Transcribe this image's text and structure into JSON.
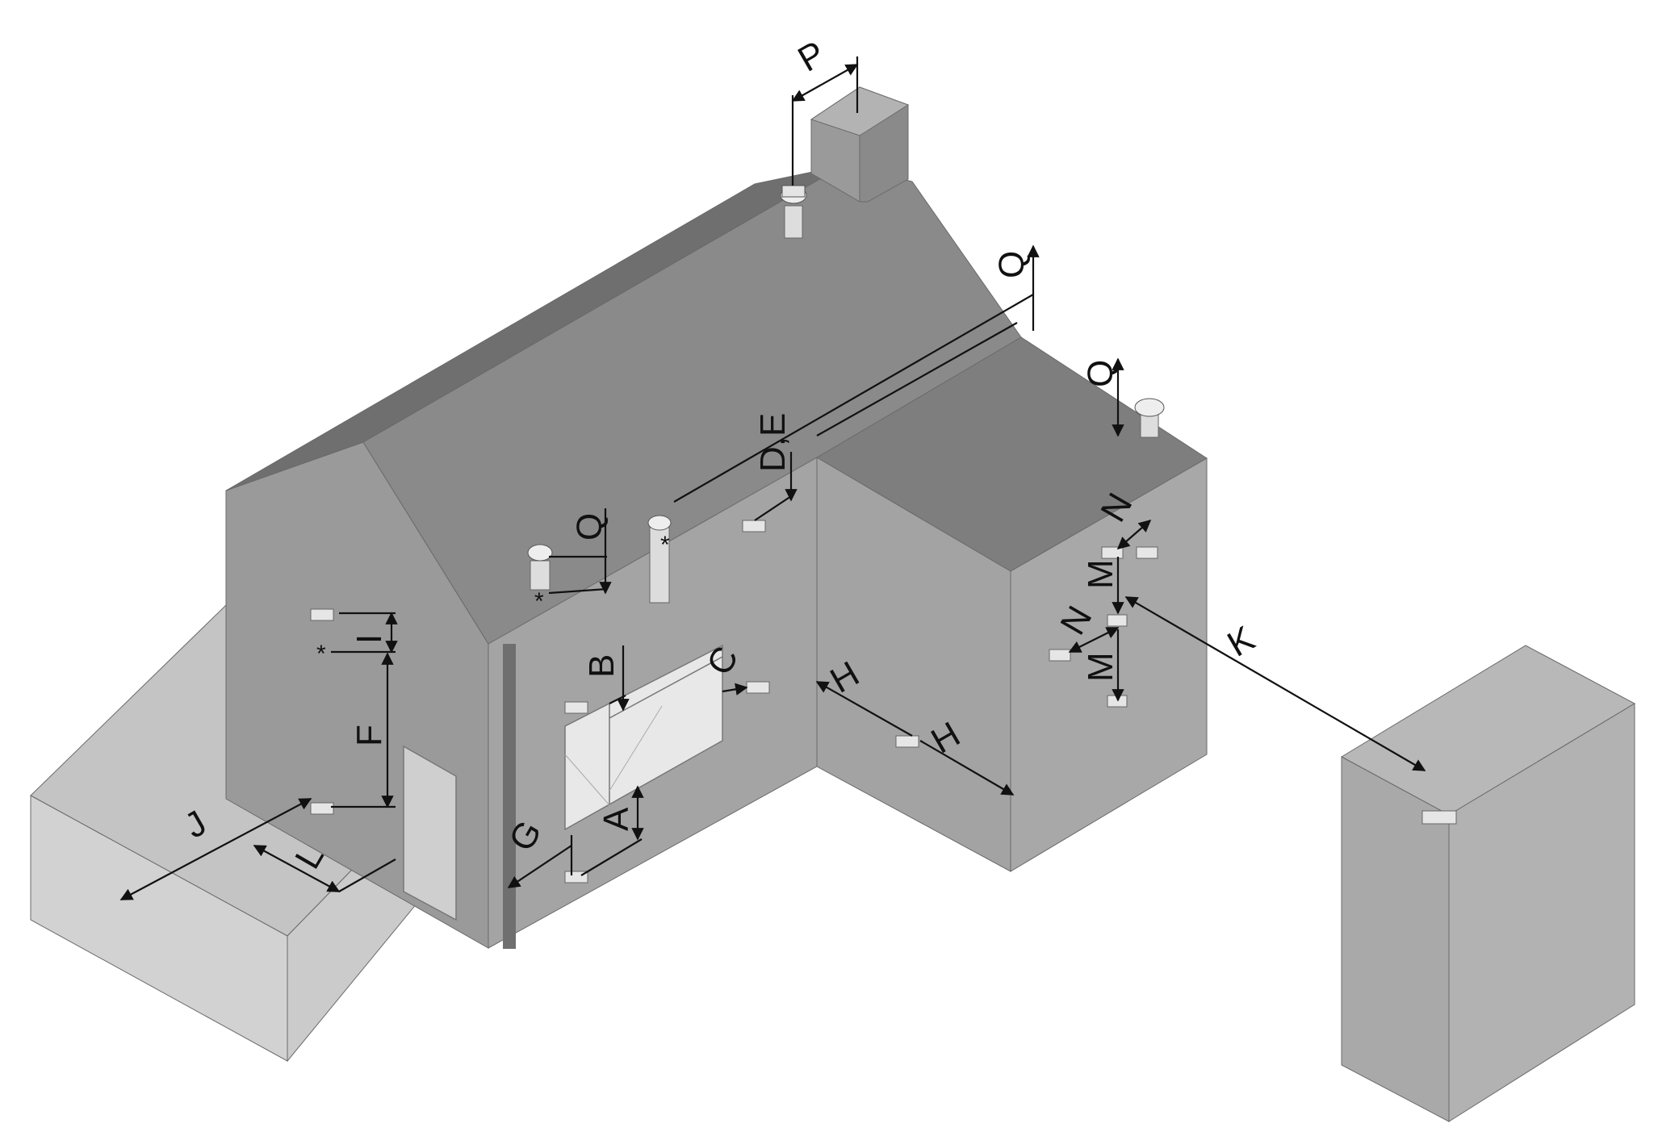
{
  "labels": {
    "P": "P",
    "Q_top": "Q",
    "Q_right": "Q",
    "Q_left": "Q",
    "DE": "D,E",
    "N_top": "N",
    "M_upper": "M",
    "N_mid": "N",
    "M_lower": "M",
    "K": "K",
    "I": "I",
    "F": "F",
    "B": "B",
    "C": "C",
    "H_left": "H",
    "H_right": "H",
    "A": "A",
    "G": "G",
    "J": "J",
    "L": "L",
    "star": "*"
  },
  "colors": {
    "roof_front": "#8c8c8c",
    "roof_back": "#7a7a7a",
    "roof_ridge": "#6e6e6e",
    "wall_front": "#a5a5a5",
    "wall_gable": "#9a9a9a",
    "wall_side": "#9e9e9e",
    "extension_roof": "#7f7f7f",
    "extension_front": "#a3a3a3",
    "extension_side": "#a8a8a8",
    "porch": "#c2c2c2",
    "porch_front": "#d0d0d0",
    "window": "#ececec",
    "box_top": "#b7b7b7",
    "box_front": "#a9a9a9",
    "box_side": "#b1b1b1",
    "pipe": "#6f6f6f"
  }
}
